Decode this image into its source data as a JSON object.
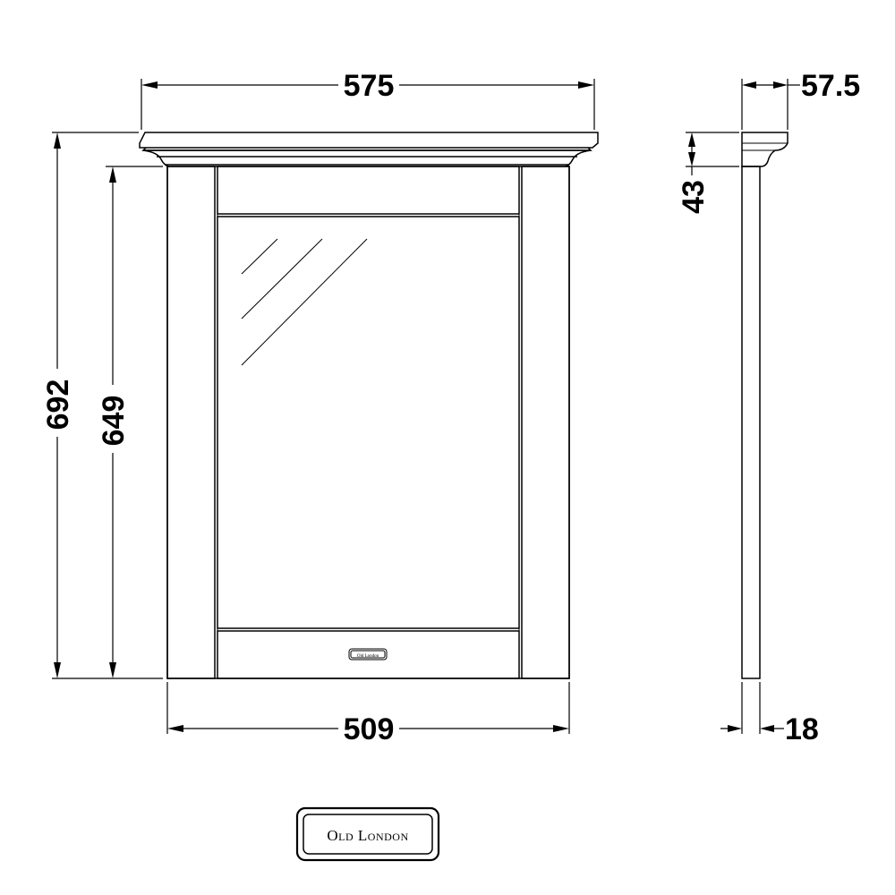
{
  "dimensions": {
    "overall_width": "575",
    "frame_width": "509",
    "overall_height": "692",
    "frame_height": "649",
    "cornice_depth": "57.5",
    "cornice_height": "43",
    "frame_depth": "18"
  },
  "brand": {
    "logo_text": "Old London",
    "small_badge_text": "Old London"
  },
  "colors": {
    "line": "#000000",
    "background": "#ffffff"
  }
}
